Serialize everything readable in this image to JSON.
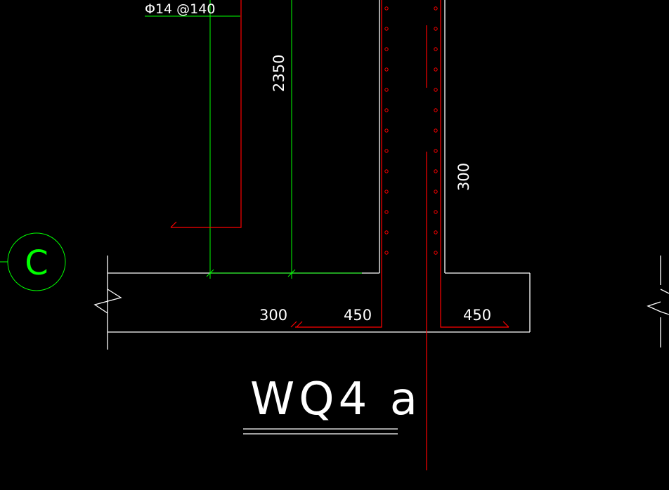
{
  "drawing": {
    "background_color": "#000000",
    "colors": {
      "outline": "#ffffff",
      "dimension": "#00ff00",
      "rebar": "#ff0000",
      "axis_bubble": "#00ff00"
    },
    "rebar_spec": "Φ14 @140",
    "dim_wall_height": "2350",
    "dim_base_left": "300",
    "dim_toe_left": "450",
    "dim_toe_right": "450",
    "dim_wall_thickness": "300",
    "axis_label": "C",
    "detail_title": "WQ4 a"
  }
}
